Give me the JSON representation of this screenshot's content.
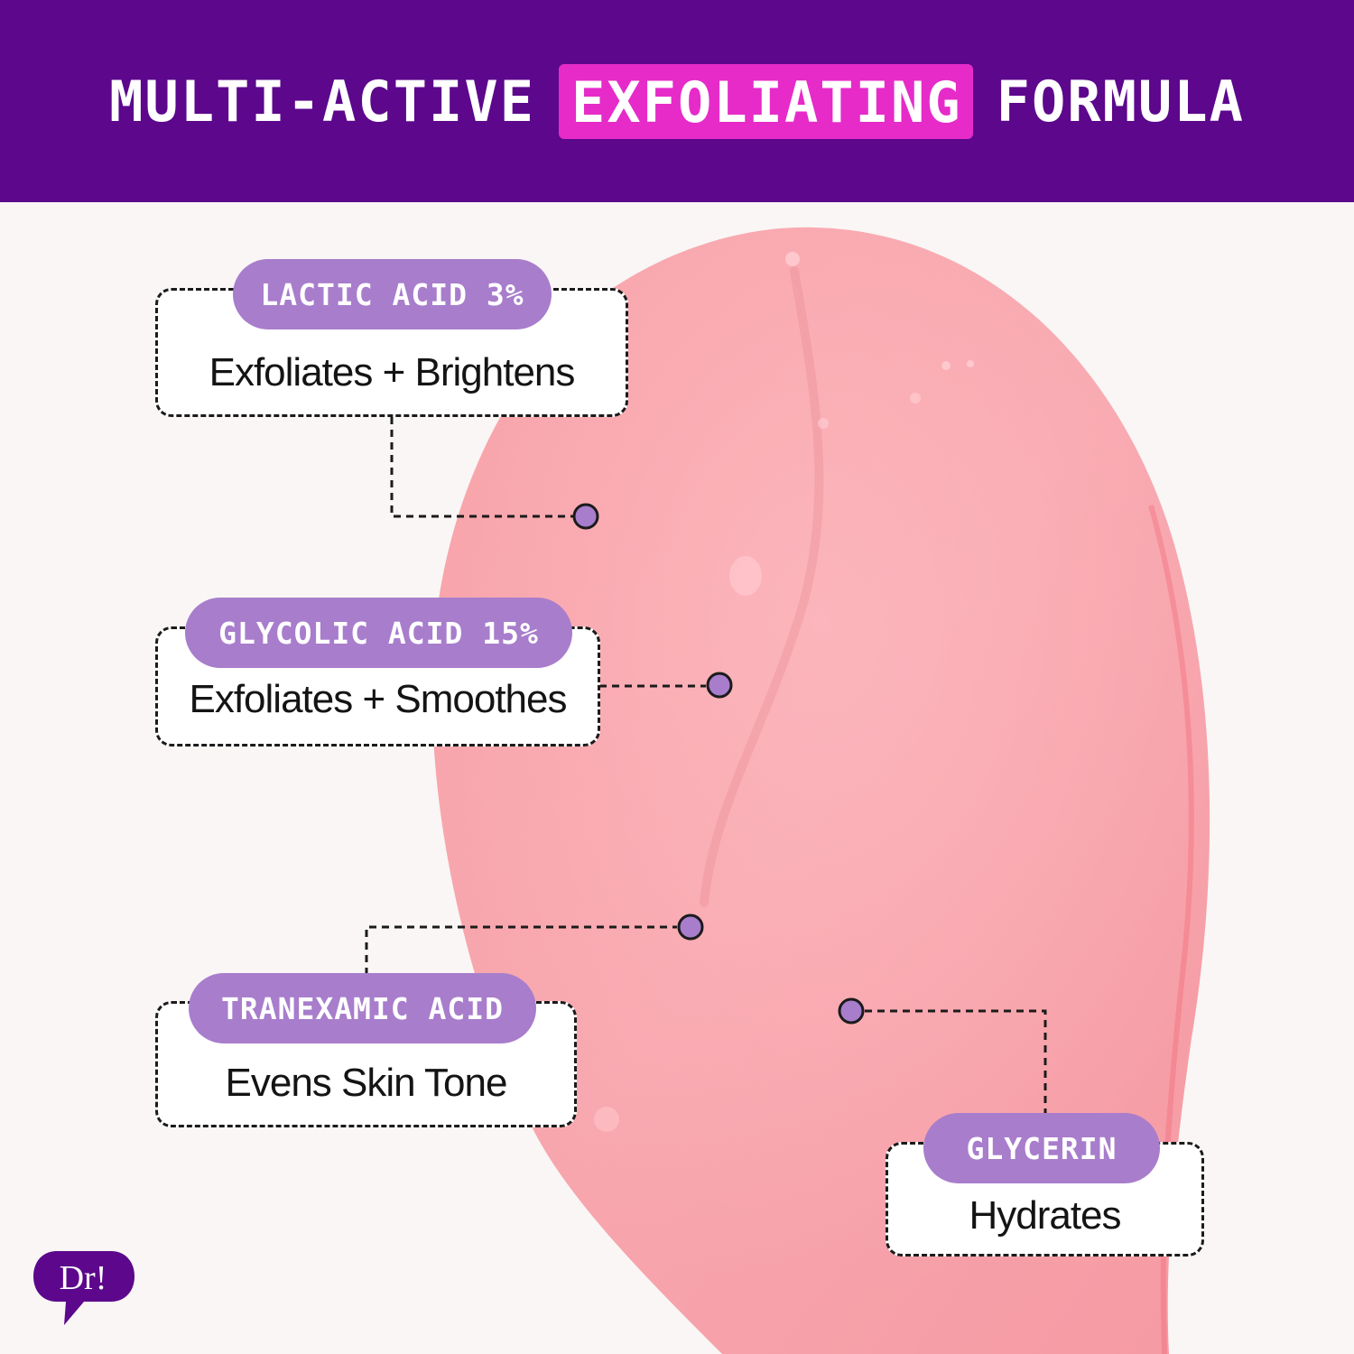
{
  "header": {
    "title_part1": "MULTI-ACTIVE",
    "title_highlight": "EXFOLIATING",
    "title_part2": "FORMULA"
  },
  "ingredients": [
    {
      "name": "LACTIC ACID 3%",
      "benefit": "Exfoliates + Brightens"
    },
    {
      "name": "GLYCOLIC ACID 15%",
      "benefit": "Exfoliates + Smoothes"
    },
    {
      "name": "TRANEXAMIC ACID",
      "benefit": "Evens Skin Tone"
    },
    {
      "name": "GLYCERIN",
      "benefit": "Hydrates"
    }
  ],
  "logo": {
    "text": "Dr!"
  },
  "colors": {
    "header_bg": "#5c078c",
    "highlight": "#e62bc9",
    "pill": "#a87dcc",
    "swatch": "#f7a3ab",
    "background": "#f9f6f5"
  }
}
